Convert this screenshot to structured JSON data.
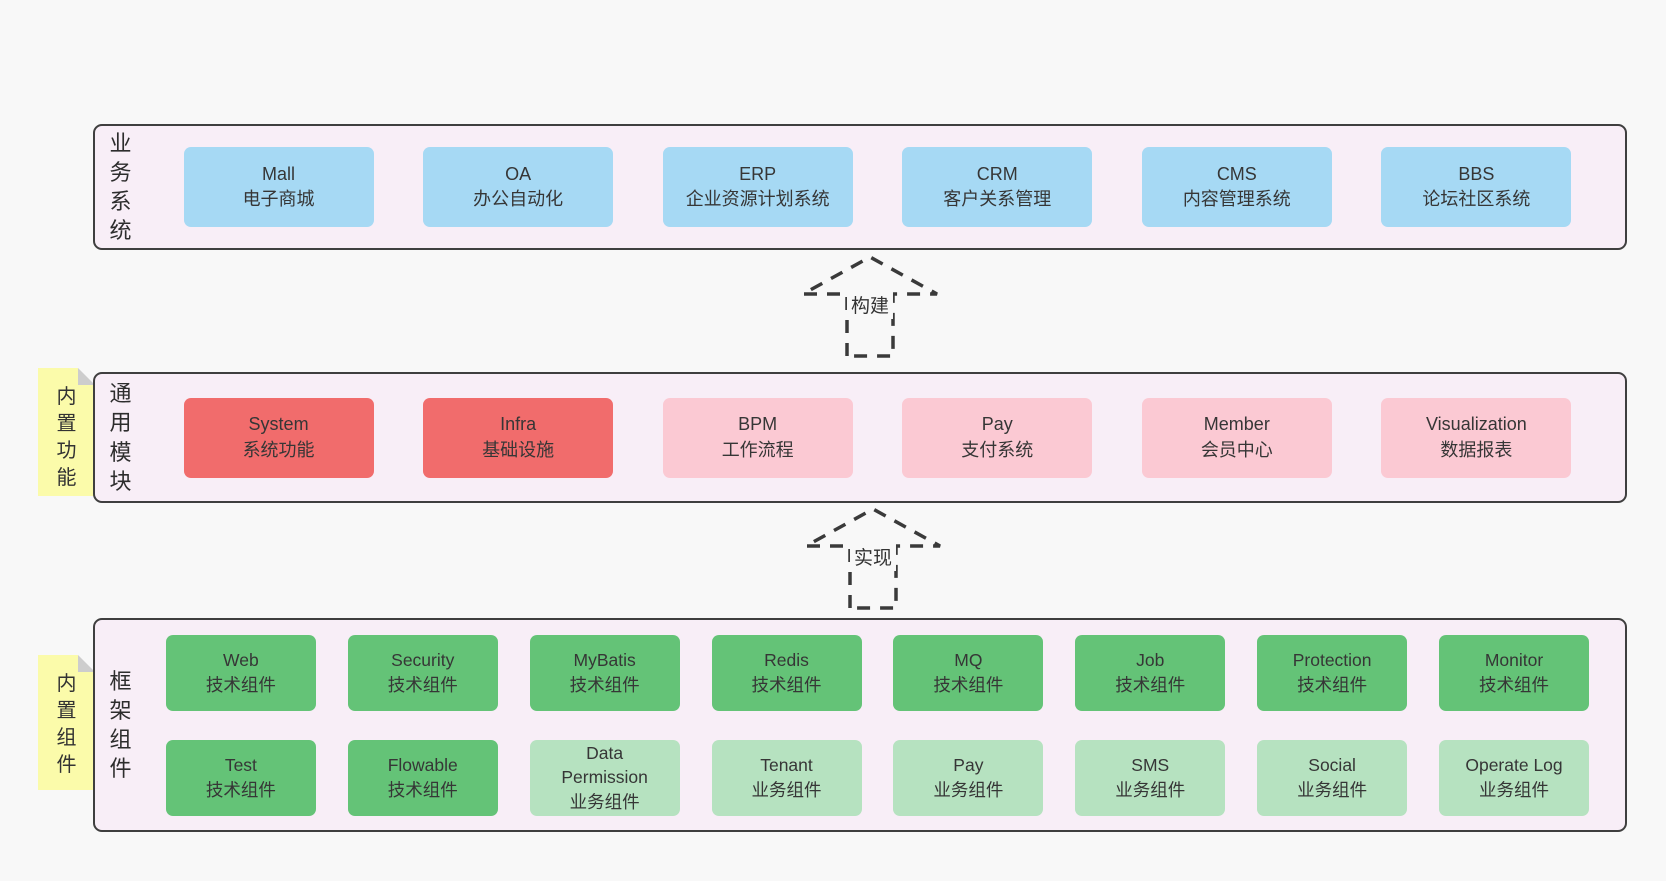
{
  "colors": {
    "blue": "#a6d9f4",
    "red": "#f16c6c",
    "pink": "#fbc9d3",
    "green": "#64c377",
    "lightgreen": "#b6e2c0",
    "container_fill": "#f8eef7",
    "note_yellow": "#fbfbaa",
    "border_dark": "#3f3f3f",
    "page_bg": "#f8f8f8"
  },
  "arrows": [
    {
      "label": "构建"
    },
    {
      "label": "实现"
    }
  ],
  "layers": [
    {
      "label": "业务系统",
      "note": null,
      "rows": [
        [
          {
            "name": "Mall",
            "subtitle": "电子商城",
            "type": "blue"
          },
          {
            "name": "OA",
            "subtitle": "办公自动化",
            "type": "blue"
          },
          {
            "name": "ERP",
            "subtitle": "企业资源计划系统",
            "type": "blue"
          },
          {
            "name": "CRM",
            "subtitle": "客户关系管理",
            "type": "blue"
          },
          {
            "name": "CMS",
            "subtitle": "内容管理系统",
            "type": "blue"
          },
          {
            "name": "BBS",
            "subtitle": "论坛社区系统",
            "type": "blue"
          }
        ]
      ]
    },
    {
      "label": "通用模块",
      "note": "内置功能",
      "rows": [
        [
          {
            "name": "System",
            "subtitle": "系统功能",
            "type": "red"
          },
          {
            "name": "Infra",
            "subtitle": "基础设施",
            "type": "red"
          },
          {
            "name": "BPM",
            "subtitle": "工作流程",
            "type": "pink"
          },
          {
            "name": "Pay",
            "subtitle": "支付系统",
            "type": "pink"
          },
          {
            "name": "Member",
            "subtitle": "会员中心",
            "type": "pink"
          },
          {
            "name": "Visualization",
            "subtitle": "数据报表",
            "type": "pink"
          }
        ]
      ]
    },
    {
      "label": "框架组件",
      "note": "内置组件",
      "rows": [
        [
          {
            "name": "Web",
            "subtitle": "技术组件",
            "type": "green"
          },
          {
            "name": "Security",
            "subtitle": "技术组件",
            "type": "green"
          },
          {
            "name": "MyBatis",
            "subtitle": "技术组件",
            "type": "green"
          },
          {
            "name": "Redis",
            "subtitle": "技术组件",
            "type": "green"
          },
          {
            "name": "MQ",
            "subtitle": "技术组件",
            "type": "green"
          },
          {
            "name": "Job",
            "subtitle": "技术组件",
            "type": "green"
          },
          {
            "name": "Protection",
            "subtitle": "技术组件",
            "type": "green"
          },
          {
            "name": "Monitor",
            "subtitle": "技术组件",
            "type": "green"
          }
        ],
        [
          {
            "name": "Test",
            "subtitle": "技术组件",
            "type": "green"
          },
          {
            "name": "Flowable",
            "subtitle": "技术组件",
            "type": "green"
          },
          {
            "name": "Data Permission",
            "subtitle": "业务组件",
            "type": "lightgreen"
          },
          {
            "name": "Tenant",
            "subtitle": "业务组件",
            "type": "lightgreen"
          },
          {
            "name": "Pay",
            "subtitle": "业务组件",
            "type": "lightgreen"
          },
          {
            "name": "SMS",
            "subtitle": "业务组件",
            "type": "lightgreen"
          },
          {
            "name": "Social",
            "subtitle": "业务组件",
            "type": "lightgreen"
          },
          {
            "name": "Operate Log",
            "subtitle": "业务组件",
            "type": "lightgreen"
          }
        ]
      ]
    }
  ]
}
